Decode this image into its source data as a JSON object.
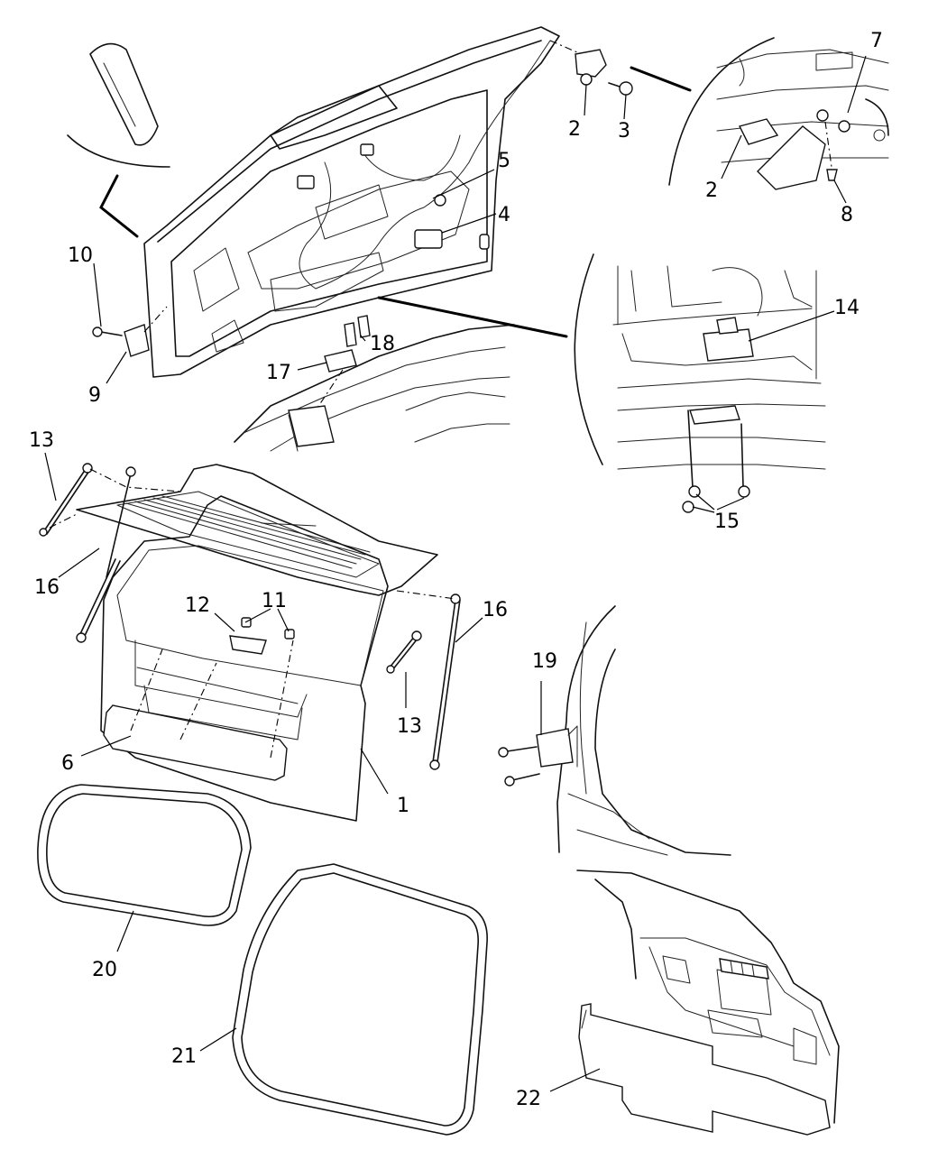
{
  "callouts": {
    "c1": "1",
    "c2a": "2",
    "c2b": "2",
    "c3": "3",
    "c4": "4",
    "c5": "5",
    "c6": "6",
    "c7": "7",
    "c8": "8",
    "c9": "9",
    "c10": "10",
    "c11": "11",
    "c12": "12",
    "c13a": "13",
    "c13b": "13",
    "c14": "14",
    "c15": "15",
    "c16a": "16",
    "c16b": "16",
    "c17": "17",
    "c18": "18",
    "c19": "19",
    "c20": "20",
    "c21": "21",
    "c22": "22"
  },
  "colors": {
    "line": "#111111",
    "background": "#ffffff"
  }
}
